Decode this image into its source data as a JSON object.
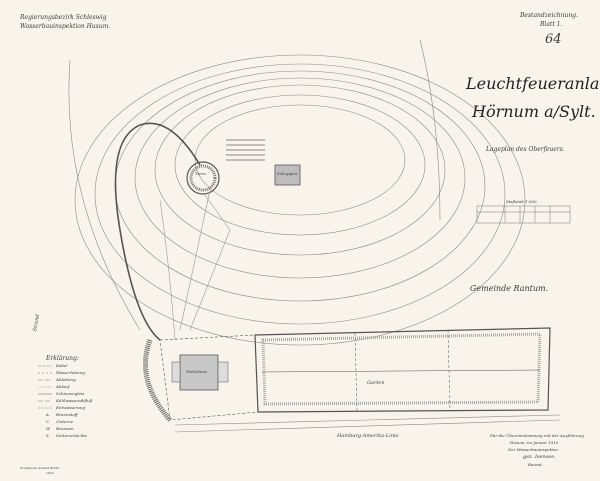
{
  "header_left": {
    "line1": "Regierungsbezirk Schleswig",
    "line2": "Wasserbauinspektion Husum."
  },
  "header_right": {
    "line1": "Bestandzeichnung.",
    "line2": "Blatt 1.",
    "sheet_number": "64"
  },
  "title": {
    "line1": "Leuchtfeueranlage",
    "line2": "Hörnum a/Sylt.",
    "subtitle": "Lageplan des Oberfeuers."
  },
  "scale": {
    "label": "Maßstab 1:500"
  },
  "municipality": "Gemeinde Rantum.",
  "plan_labels": {
    "tower": "Turm",
    "shed": "Schuppen",
    "house": "Wohnhaus",
    "garden": "Garten",
    "road": "Hamburg-Amerika-Linie",
    "beach": "Strand"
  },
  "legend": {
    "title": "Erklärung:",
    "lines": [
      "Kabel",
      "Wasserleitung",
      "Ableitung",
      "Ablauf",
      "Schienengleis",
      "Kühlwasserabfluß",
      "Entwässerung"
    ],
    "symbols": [
      {
        "key": "A",
        "label": "Brunnstoff"
      },
      {
        "key": "C",
        "label": "Cisterne"
      },
      {
        "key": "W",
        "label": "Brunnen"
      },
      {
        "key": "S",
        "label": "Sickerschächte"
      }
    ]
  },
  "printer": {
    "line1": "Graphische Anstalt Berlin",
    "line2": "1910"
  },
  "certification": {
    "line1": "Für die Übereinstimmung mit der Ausführung",
    "line2": "Husum, im Januar 1910",
    "line3": "Der Wasserbauinspektor.",
    "line4": "gez. Isensee.",
    "line5": "Baurat."
  }
}
